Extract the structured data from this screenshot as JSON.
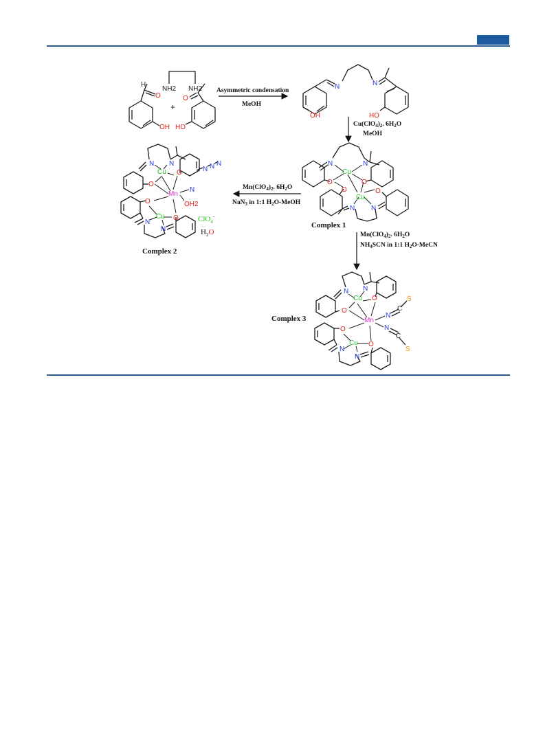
{
  "labels": {
    "complex1": "Complex 1",
    "complex2": "Complex 2",
    "complex3": "Complex 3"
  },
  "ions": {
    "perchlorate": "ClO4-",
    "perchlorate_base": "ClO",
    "perchlorate_sub": "4",
    "perchlorate_sup": "-",
    "water_H": "H",
    "water_sub": "2",
    "water_O": "O"
  },
  "atoms": {
    "N": "N",
    "O": "O",
    "Cu": "Cu",
    "Mn": "Mn",
    "S": "S",
    "C": "C",
    "H": "H",
    "OH": "OH",
    "HO": "HO",
    "NH2": "NH2",
    "OH2": "OH2"
  },
  "conditions": {
    "step1_top": "Asymmetric condensation",
    "step1_bottom": "MeOH",
    "step2_line1": "Cu(ClO4)2. 6H2O",
    "step2_line2": "MeOH",
    "step3_line1": "Mn(ClO4)2. 6H2O",
    "step3_line2": "NaN3 in 1:1 H2O-MeOH",
    "step4_line1": "Mn(ClO4)2. 6H2O",
    "step4_line2": "NH4SCN in 1:1 H2O-MeCN"
  },
  "colors": {
    "rule": "#2d5b8e",
    "header_tab": "#1e5aa0",
    "nitrogen": "#1f3cd8",
    "oxygen": "#e0201b",
    "copper": "#22c322",
    "manganese": "#d530c8",
    "sulfur": "#f0940c"
  }
}
